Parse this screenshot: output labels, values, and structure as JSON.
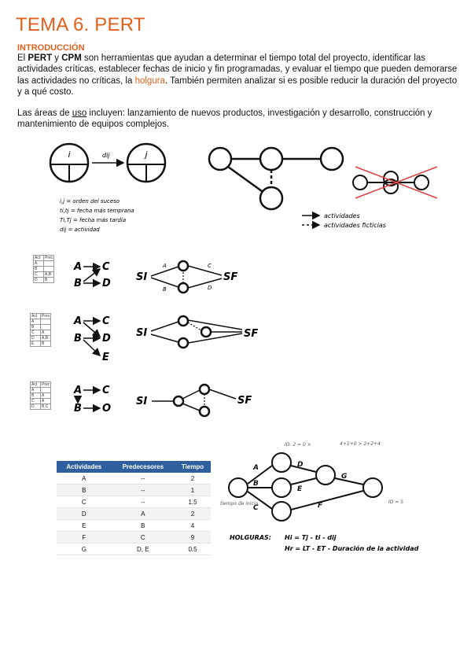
{
  "title": "TEMA 6. PERT",
  "intro": {
    "heading": "INTRODUCCIÓN",
    "p1_a": "El ",
    "p1_pert": "PERT",
    "p1_b": " y ",
    "p1_cpm": "CPM",
    "p1_c": " son herramientas que ayudan a determinar el tiempo total del proyecto, identificar las actividades críticas, establecer fechas de inicio y fin programadas, y evaluar el tiempo que pueden demorarse las actividades no críticas, la ",
    "p1_holgura": "holgura",
    "p1_d": ". También permiten analizar si es posible reducir la duración del proyecto y a qué costo.",
    "p2_a": "Las áreas de ",
    "p2_uso": "uso",
    "p2_b": " incluyen: lanzamiento de nuevos productos, investigación y desarrollo, construcción y mantenimiento de equipos complejos."
  },
  "legend": {
    "node_top_i": "i",
    "node_top_j": "j",
    "arrow_label": "dij",
    "l1": "i,j = orden del suceso",
    "l2": "ti,tj = fecha más temprana",
    "l3": "Ti,Tj = fecha más tardía",
    "l4": "dij = actividad",
    "act": "actividades",
    "fict": "actividades ficticias"
  },
  "examples": [
    {
      "table": [
        [
          "Act",
          "Prec"
        ],
        [
          "A",
          ""
        ],
        [
          "B",
          ""
        ],
        [
          "C",
          "A,B"
        ],
        [
          "D",
          "B"
        ]
      ],
      "start": "SI",
      "end": "SF"
    },
    {
      "table": [
        [
          "Act",
          "Prec"
        ],
        [
          "A",
          ""
        ],
        [
          "B",
          ""
        ],
        [
          "C",
          "A"
        ],
        [
          "D",
          "A,B"
        ],
        [
          "E",
          "B"
        ]
      ],
      "start": "SI",
      "end": "SF"
    },
    {
      "table": [
        [
          "Act",
          "Prec"
        ],
        [
          "A",
          ""
        ],
        [
          "B",
          "A"
        ],
        [
          "C",
          "A"
        ],
        [
          "D",
          "B,C"
        ]
      ],
      "start": "SI",
      "end": "SF"
    }
  ],
  "activity_table": {
    "headers": [
      "Actividades",
      "Predecesores",
      "Tiempo"
    ],
    "rows": [
      [
        "A",
        "--",
        "2"
      ],
      [
        "B",
        "--",
        "1"
      ],
      [
        "C",
        "--",
        "1.5"
      ],
      [
        "D",
        "A",
        "2"
      ],
      [
        "E",
        "B",
        "4"
      ],
      [
        "F",
        "C",
        "9"
      ],
      [
        "G",
        "D, E",
        "0.5"
      ]
    ]
  },
  "holguras": {
    "label": "HOLGURAS:",
    "f1": "Hi = Tj - ti - dij",
    "f2": "Hr = LT - ET - Duración de la actividad"
  },
  "network_notes": {
    "tiempo": "tiempo de inicio",
    "top1": "ID: 2 = 0 ×",
    "top2": "4+1+0 > 2+2+4",
    "end": "ID = 5"
  },
  "colors": {
    "accent": "#e2601e",
    "table_header": "#2f5f9e"
  }
}
